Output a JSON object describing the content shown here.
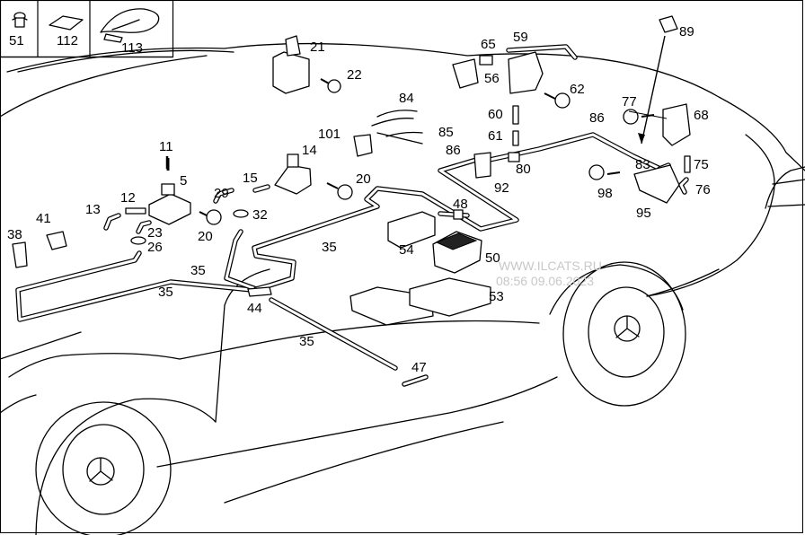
{
  "legend": [
    {
      "id": "51",
      "icon": "clip-icon"
    },
    {
      "id": "112",
      "icon": "pad-icon"
    },
    {
      "id": "113",
      "icon": "cable-tie-icon"
    }
  ],
  "labels": {
    "l5": "5",
    "l11": "11",
    "l12": "12",
    "l13": "13",
    "l14": "14",
    "l15": "15",
    "l20a": "20",
    "l20b": "20",
    "l21": "21",
    "l22": "22",
    "l23": "23",
    "l26": "26",
    "l29": "29",
    "l32": "32",
    "l35a": "35",
    "l35b": "35",
    "l35c": "35",
    "l35d": "35",
    "l38": "38",
    "l41": "41",
    "l44": "44",
    "l47": "47",
    "l48": "48",
    "l50": "50",
    "l53": "53",
    "l54": "54",
    "l56": "56",
    "l59": "59",
    "l60": "60",
    "l61": "61",
    "l62": "62",
    "l65": "65",
    "l68": "68",
    "l75": "75",
    "l76": "76",
    "l77": "77",
    "l80": "80",
    "l83": "83",
    "l84": "84",
    "l85": "85",
    "l86a": "86",
    "l86b": "86",
    "l89": "89",
    "l92": "92",
    "l95": "95",
    "l98": "98",
    "l101": "101"
  },
  "watermark": {
    "line1": "WWW.ILCATS.RU",
    "line2": "08:56 09.06.2023"
  },
  "colors": {
    "line": "#000000",
    "background": "#ffffff",
    "watermark": "#c8c8c8"
  }
}
